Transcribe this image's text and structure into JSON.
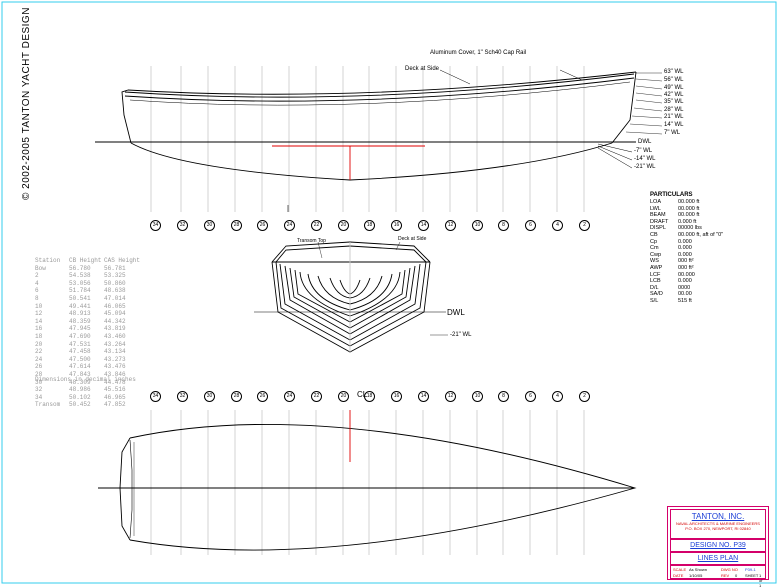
{
  "copyright": "© 2002-2005 TANTON YACHT DESIGN",
  "annotations": {
    "bulwark": "Aluminum Cover, 1\" Sch40 Cap Rail",
    "deck": "Deck at Side",
    "transom_top": "Transom Top",
    "deck_at_side_body": "Deck at Side"
  },
  "waterlines_profile": [
    "63\" WL",
    "56\" WL",
    "49\" WL",
    "42\" WL",
    "35\" WL",
    "28\" WL",
    "21\" WL",
    "14\" WL",
    "7\" WL"
  ],
  "below_waterlines": [
    "-7\" WL",
    "-14\" WL",
    "-21\" WL"
  ],
  "dwl": "DWL",
  "body_dwl": "DWL",
  "body_wl": "-21\" WL",
  "cl_label": "CL",
  "stations": [
    "34",
    "32",
    "30",
    "28",
    "26",
    "24",
    "22",
    "20",
    "18",
    "16",
    "14",
    "12",
    "10",
    "8",
    "6",
    "4",
    "2"
  ],
  "particulars": {
    "heading": "PARTICULARS",
    "rows": [
      {
        "label": "LOA",
        "value": "00.000 ft"
      },
      {
        "label": "LWL",
        "value": "00.000 ft"
      },
      {
        "label": "BEAM",
        "value": "00.000 ft"
      },
      {
        "label": "DRAFT",
        "value": "0.000 ft"
      },
      {
        "label": "DISPL",
        "value": "00000 lbs"
      },
      {
        "label": "CB",
        "value": "00.000 ft, aft of \"0\""
      },
      {
        "label": "Cp",
        "value": "0.000"
      },
      {
        "label": "Cm",
        "value": "0.000"
      },
      {
        "label": "Cwp",
        "value": "0.000"
      },
      {
        "label": "WS",
        "value": "000 ft²"
      },
      {
        "label": "AWP",
        "value": "000 ft²"
      },
      {
        "label": "LCF",
        "value": "00.000"
      },
      {
        "label": "LCB",
        "value": "0.000"
      },
      {
        "label": "D/L",
        "value": "0000"
      },
      {
        "label": "SA/D",
        "value": "00.00"
      },
      {
        "label": "S/L",
        "value": "515 ft"
      }
    ]
  },
  "heights_table": {
    "headers": [
      "Station",
      "CB Height",
      "CAS Height"
    ],
    "rows": [
      [
        "Bow",
        "56.780",
        "56.781"
      ],
      [
        "2",
        "54.538",
        "53.325"
      ],
      [
        "4",
        "53.056",
        "50.860"
      ],
      [
        "6",
        "51.784",
        "48.638"
      ],
      [
        "8",
        "50.541",
        "47.014"
      ],
      [
        "10",
        "49.441",
        "46.065"
      ],
      [
        "12",
        "48.913",
        "45.094"
      ],
      [
        "14",
        "48.359",
        "44.342"
      ],
      [
        "16",
        "47.945",
        "43.819"
      ],
      [
        "18",
        "47.690",
        "43.460"
      ],
      [
        "20",
        "47.531",
        "43.264"
      ],
      [
        "22",
        "47.458",
        "43.134"
      ],
      [
        "24",
        "47.500",
        "43.273"
      ],
      [
        "26",
        "47.614",
        "43.476"
      ],
      [
        "28",
        "47.843",
        "43.846"
      ],
      [
        "30",
        "48.309",
        "44.478"
      ],
      [
        "32",
        "48.986",
        "45.516"
      ],
      [
        "34",
        "50.102",
        "46.965"
      ],
      [
        "Transom",
        "50.452",
        "47.852"
      ]
    ],
    "note": "Dimensions in decimal inches"
  },
  "title_block": {
    "firm": "TANTON, INC.",
    "addr1": "NAVAL ARCHITECTS & MARINE ENGINEERS",
    "addr2": "P.O. BOX 270, NEWPORT, RI 02840",
    "design_no": "DESIGN NO. P39",
    "sheet_title": "LINES PLAN",
    "scale_label": "SCALE",
    "scale_value": "As Shown",
    "date_label": "DATE",
    "date_value": "1/10/05",
    "dwg_label": "DWG NO",
    "dwg_value": "P39-1",
    "rev_label": "REV",
    "rev_value": "0",
    "sheet_label": "SHEET",
    "sheet_value": "1 of 1"
  },
  "colors": {
    "frame": "#33ccee",
    "title_block": "#d4006a",
    "centerline": "#e00000",
    "station_line": "#c8c8c8",
    "hull_line": "#000000"
  }
}
